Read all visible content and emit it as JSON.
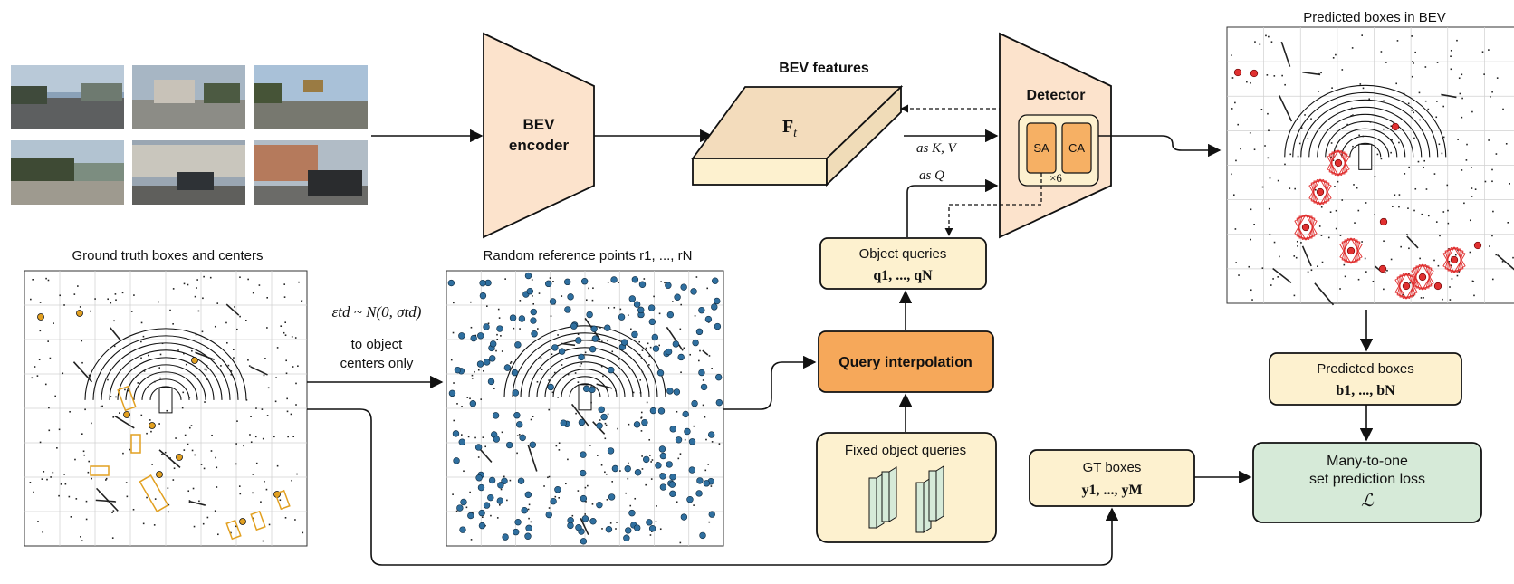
{
  "bev_encoder": {
    "line1": "BEV",
    "line2": "encoder"
  },
  "bev_features": {
    "title": "BEV features",
    "symbol": "F",
    "symbol_sub": "t"
  },
  "detector": {
    "title": "Detector",
    "sa": "SA",
    "ca": "CA",
    "repeat": "×6"
  },
  "edge_labels": {
    "as_kv": "as K, V",
    "as_q": "as Q"
  },
  "predicted_bev_title": "Predicted boxes in BEV",
  "ground_truth_title": "Ground truth boxes and centers",
  "reference_points_title": "Random reference points r1, ..., rN",
  "noise": {
    "formula": "εtd ~ N(0, σtd)",
    "line2": "to object",
    "line3": "centers only"
  },
  "object_queries": {
    "title": "Object queries",
    "math": "q1, ..., qN"
  },
  "query_interpolation": "Query interpolation",
  "fixed_object_queries": "Fixed object queries",
  "predicted_boxes": {
    "title": "Predicted boxes",
    "math": "b1, ..., bN"
  },
  "gt_boxes": {
    "title": "GT boxes",
    "math": "y1, ..., yM"
  },
  "loss": {
    "line1": "Many-to-one",
    "line2": "set prediction loss",
    "symbol": "ℒ"
  },
  "colors": {
    "encoder_fill": "#fce3cc",
    "feature_top": "#f3dcbc",
    "feature_front": "#fdf1cf",
    "box_cream": "#fdf1cf",
    "query_interp": "#f6a85a",
    "loss_green": "#d6ead8",
    "sa_ca": "#f6b064",
    "ref_point": "#2f6f9f",
    "gt_box": "#e2a020",
    "pred_box": "#e03030"
  }
}
